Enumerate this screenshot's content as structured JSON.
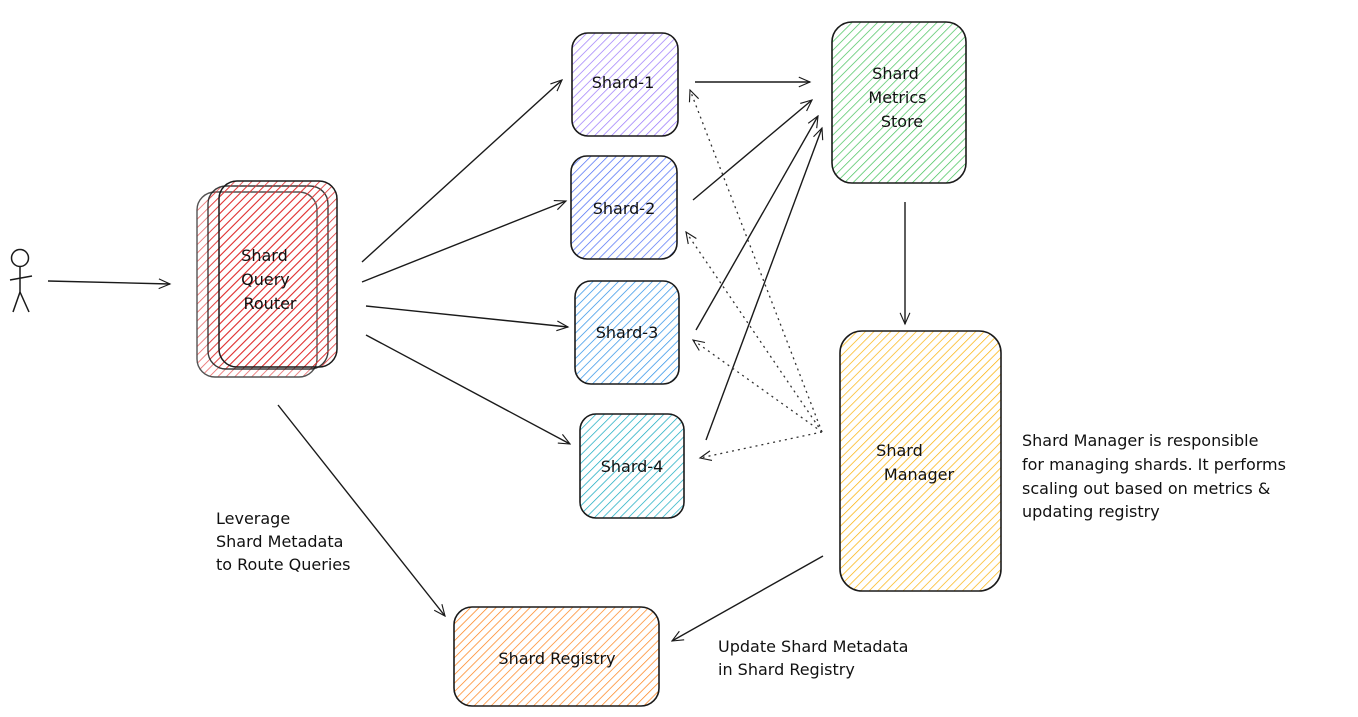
{
  "nodes": {
    "router": {
      "lines": [
        "Shard",
        "Query",
        "Router"
      ],
      "color": "#e03131"
    },
    "shard1": {
      "lines": [
        "Shard-1"
      ],
      "color": "#9775fa"
    },
    "shard2": {
      "lines": [
        "Shard-2"
      ],
      "color": "#4c6ef5"
    },
    "shard3": {
      "lines": [
        "Shard-3"
      ],
      "color": "#228be6"
    },
    "shard4": {
      "lines": [
        "Shard-4"
      ],
      "color": "#15aabf"
    },
    "metrics": {
      "lines": [
        "Shard",
        "Metrics",
        "Store"
      ],
      "color": "#40c057"
    },
    "manager": {
      "lines": [
        "Shard",
        "Manager"
      ],
      "color": "#fab005"
    },
    "registry": {
      "lines": [
        "Shard Registry"
      ],
      "color": "#fd7e14"
    }
  },
  "notes": {
    "leverage": [
      "Leverage",
      "Shard Metadata",
      "to Route Queries"
    ],
    "manager_desc": [
      "Shard Manager is responsible",
      "for managing shards. It performs",
      "scaling out based on metrics &",
      "updating registry"
    ],
    "update": [
      "Update Shard Metadata",
      "in Shard Registry"
    ]
  }
}
